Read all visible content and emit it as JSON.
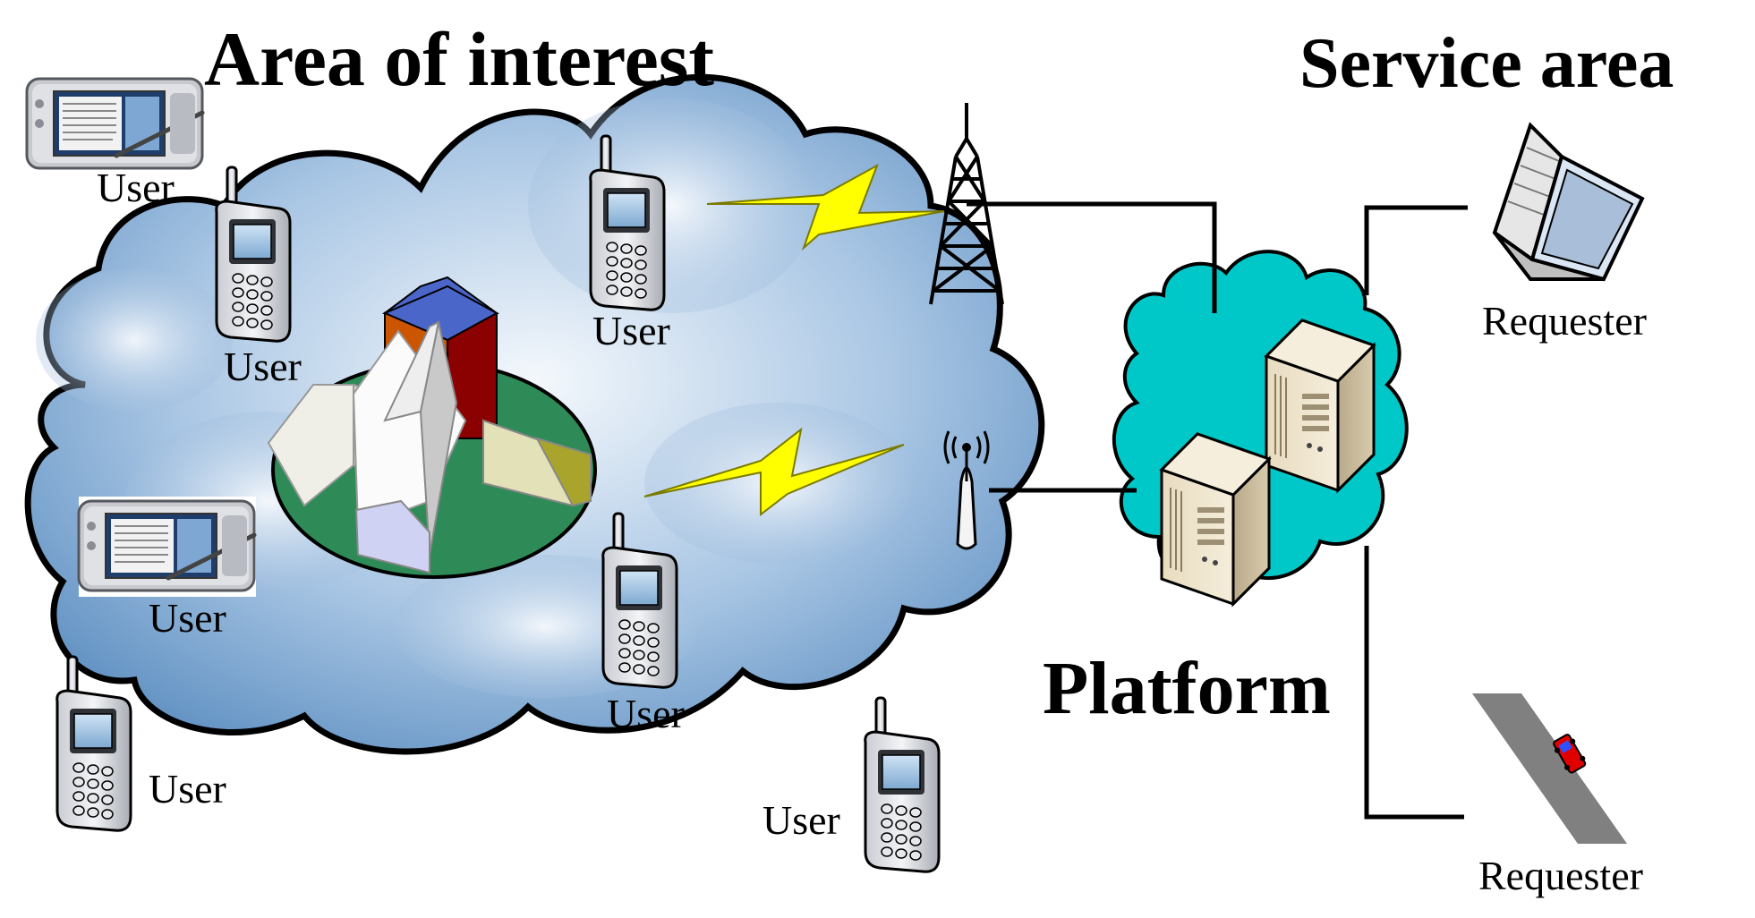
{
  "titles": {
    "area_of_interest": "Area of interest",
    "service_area": "Service area",
    "platform": "Platform"
  },
  "labels": {
    "user": "User",
    "requester": "Requester"
  },
  "colors": {
    "cloud_fill_light": "#e9f1fa",
    "cloud_fill_dark": "#6f9cc9",
    "platform_cloud": "#00c8c8",
    "lightning": "#ffff00",
    "connector": "#000000",
    "green_base": "#2e8b57"
  },
  "icons": {
    "phone": "mobile-phone-icon",
    "pda": "pda-device-icon",
    "tower": "cell-tower-icon",
    "antenna": "wifi-antenna-icon",
    "server": "server-icon",
    "laptop": "laptop-icon",
    "car": "car-on-road-icon",
    "building": "church-building-icon"
  }
}
